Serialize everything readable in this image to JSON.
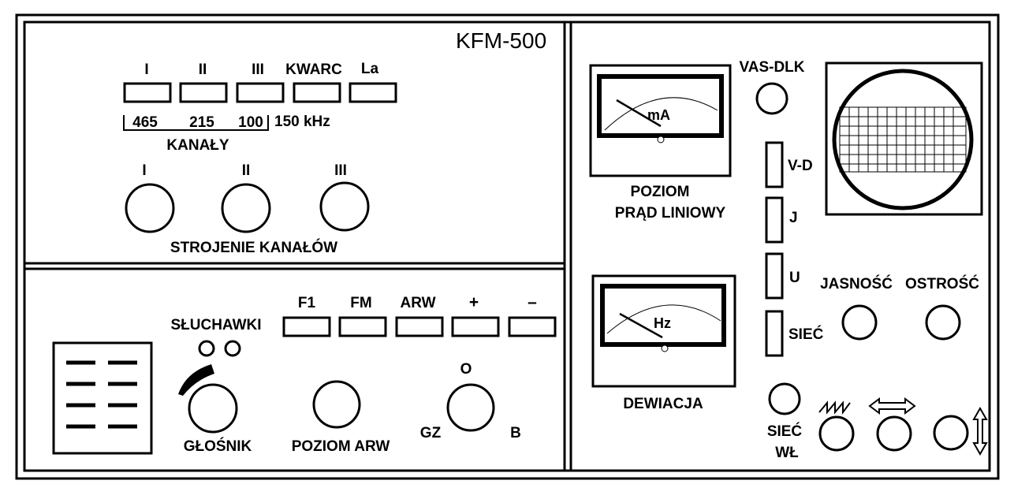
{
  "model": "KFM-500",
  "channels": {
    "buttons": [
      "I",
      "II",
      "III",
      "KWARC",
      "La"
    ],
    "frequencies": [
      "465",
      "215",
      "100",
      "150 kHz"
    ],
    "group_label": "KANAŁY",
    "tuning_knobs": [
      "I",
      "II",
      "III"
    ],
    "tuning_label": "STROJENIE KANAŁÓW"
  },
  "audio": {
    "buttons": [
      "F1",
      "FM",
      "ARW",
      "+",
      "–"
    ],
    "headphones_label": "SŁUCHAWKI",
    "speaker_knob_label": "GŁOŚNIK",
    "arw_knob_label": "POZIOM ARW",
    "selector_labels": {
      "top": "O",
      "left": "GZ",
      "right": "B"
    }
  },
  "meters": {
    "top": {
      "unit": "mA",
      "label_line1": "POZIOM",
      "label_line2": "PRĄD LINIOWY"
    },
    "bottom": {
      "unit": "Hz",
      "label": "DEWIACJA"
    }
  },
  "indicators": {
    "knob_label": "VAS-DLK",
    "lamps": [
      "V-D",
      "J",
      "U",
      "SIEĆ"
    ]
  },
  "scope": {
    "brightness_label": "JASNOŚĆ",
    "focus_label": "OSTROŚĆ"
  },
  "power": {
    "label_line1": "SIEĆ",
    "label_line2": "WŁ"
  }
}
